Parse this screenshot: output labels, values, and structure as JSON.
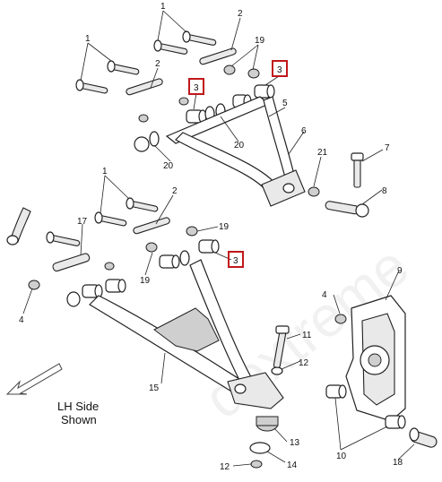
{
  "callouts": {
    "c1a": "1",
    "c1b": "1",
    "c1c": "1",
    "c2a": "2",
    "c2b": "2",
    "c2c": "2",
    "c3a": "3",
    "c3b": "3",
    "c3c": "3",
    "c4a": "4",
    "c4b": "4",
    "c5": "5",
    "c6": "6",
    "c7": "7",
    "c8": "8",
    "c9": "9",
    "c10": "10",
    "c11": "11",
    "c12a": "12",
    "c12b": "12",
    "c13": "13",
    "c14": "14",
    "c15": "15",
    "c17": "17",
    "c18": "18",
    "c19a": "19",
    "c19b": "19",
    "c19c": "19",
    "c20a": "20",
    "c20b": "20",
    "c21": "21"
  },
  "note": {
    "line1": "LH Side",
    "line2": "Shown"
  },
  "watermark": "dextreme",
  "colors": {
    "highlight_box": "#c0181b",
    "line": "#222222"
  },
  "icons": {
    "direction": "arrow-left-icon"
  }
}
